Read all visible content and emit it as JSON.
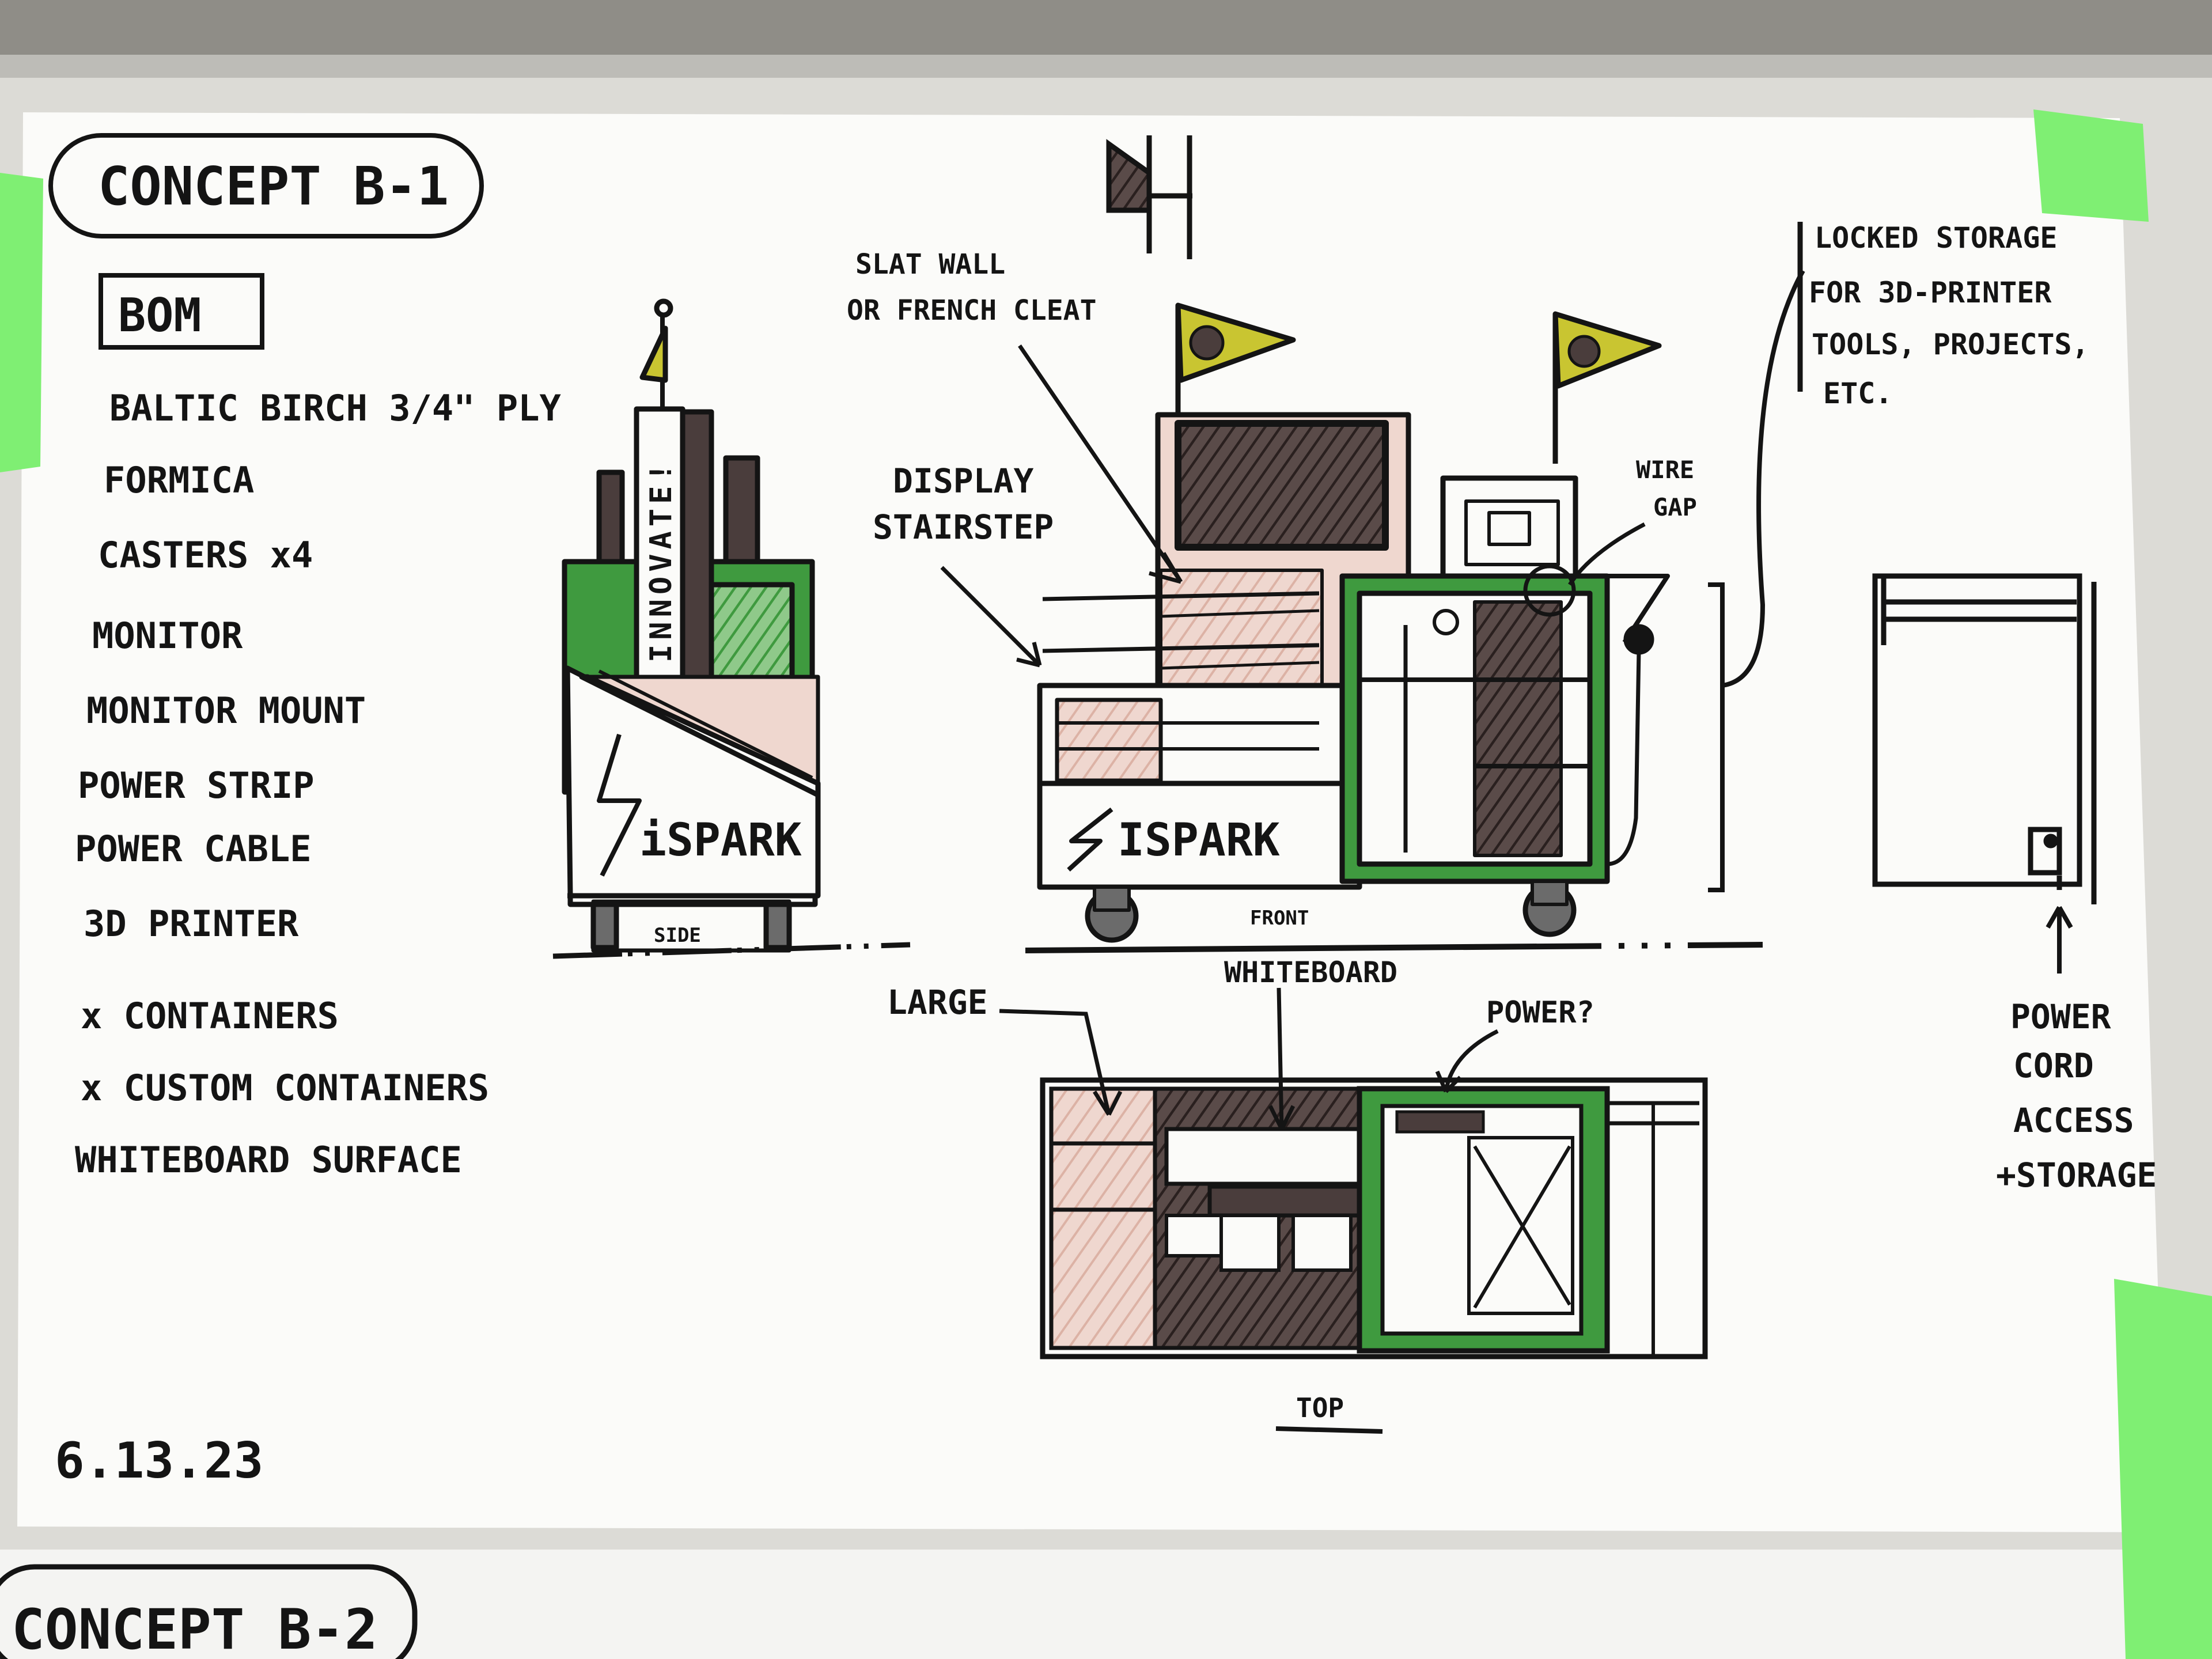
{
  "title": "CONCEPT B-1",
  "next_sheet_title": "CONCEPT B-2",
  "date": "6.13.23",
  "bom": {
    "heading": "BOM",
    "items": [
      "BALTIC BIRCH 3/4\" PLY",
      "FORMICA",
      "CASTERS x4",
      "MONITOR",
      "MONITOR MOUNT",
      "POWER STRIP",
      "POWER CABLE",
      "3D PRINTER",
      "x CONTAINERS",
      "x CUSTOM CONTAINERS",
      "WHITEBOARD SURFACE"
    ]
  },
  "views": {
    "side": "SIDE",
    "front": "FRONT",
    "top": "TOP"
  },
  "signs": {
    "vertical_sign": "INNOVATE!",
    "brand_side": "iSPARK",
    "brand_front": "ISPARK"
  },
  "callouts": {
    "slat_wall_line1": "SLAT WALL",
    "slat_wall_line2": "OR FRENCH CLEAT",
    "display_line1": "DISPLAY",
    "display_line2": "STAIRSTEP",
    "wire_gap_line1": "WIRE",
    "wire_gap_line2": "GAP",
    "locked_storage": [
      "LOCKED STORAGE",
      "FOR 3D-PRINTER",
      "TOOLS, PROJECTS,",
      "ETC."
    ],
    "power_cord": [
      "POWER",
      "CORD",
      "ACCESS",
      "+STORAGE"
    ],
    "large": "LARGE",
    "whiteboard": "WHITEBOARD",
    "power_q": "POWER?"
  },
  "colors": {
    "green": "#3f9a3f",
    "pink": "#e8c7bc",
    "dark": "#4a3d3c",
    "flag_yellow": "#c9c531",
    "tape": "#7fef73",
    "paper": "#fbfbf9",
    "ink": "#141414"
  }
}
